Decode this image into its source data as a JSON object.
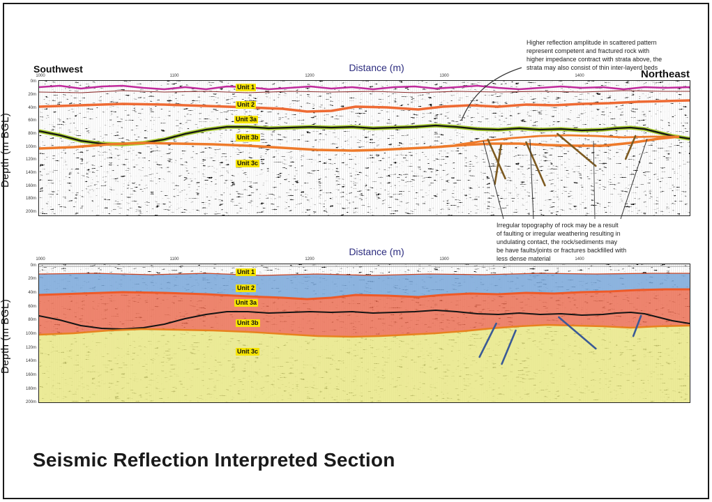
{
  "figure": {
    "title": "Seismic Reflection Interpreted Section"
  },
  "directions": {
    "southwest": "Southwest",
    "northeast": "Northeast"
  },
  "axes": {
    "distance_title": "Distance (m)",
    "depth_title": "Depth (m BGL)",
    "distance_ticks": [
      "1000",
      "1100",
      "1200",
      "1300",
      "1400"
    ],
    "depth_ticks": [
      "0m",
      "20m",
      "40m",
      "60m",
      "80m",
      "100m",
      "120m",
      "140m",
      "160m",
      "180m",
      "200m"
    ]
  },
  "units": {
    "u1": "Unit 1",
    "u2": "Unit 2",
    "u3a": "Unit 3a",
    "u3b": "Unit 3b",
    "u3c": "Unit 3c"
  },
  "annotations": {
    "amplitude": "Higher reflection amplitude in scattered pattern\nrepresent competent and fractured rock with\nhigher impedance contract with strata above, the\nstrata may also consist of thin inter-layerd beds",
    "topography": "Irregular topography of rock may be a result\nof faulting or irregular weathering resulting in\nundulating contact, the rock/sediments may\nbe have faults/joints or fractures backfilled with\nless dense material"
  },
  "colors": {
    "horizon_unit1": "#c02a9c",
    "horizon_unit1_minor": "#8a2a2a",
    "horizon_unit2": "#ee6a33",
    "horizon_unit3a_highlight": "#a8cc30",
    "horizon_unit3a": "#111111",
    "horizon_unit3b": "#ee7a2a",
    "fault_interpreted_top": "#7d5a20",
    "fault_interpreted_bottom": "#3a5a96",
    "fill_unit2": "#79a7d9",
    "fill_unit3ab": "#ea6a4e",
    "fill_unit3c": "#e7e67e",
    "unit_label_bg": "#f6e400",
    "distance_title_color": "#2b2b7e"
  }
}
